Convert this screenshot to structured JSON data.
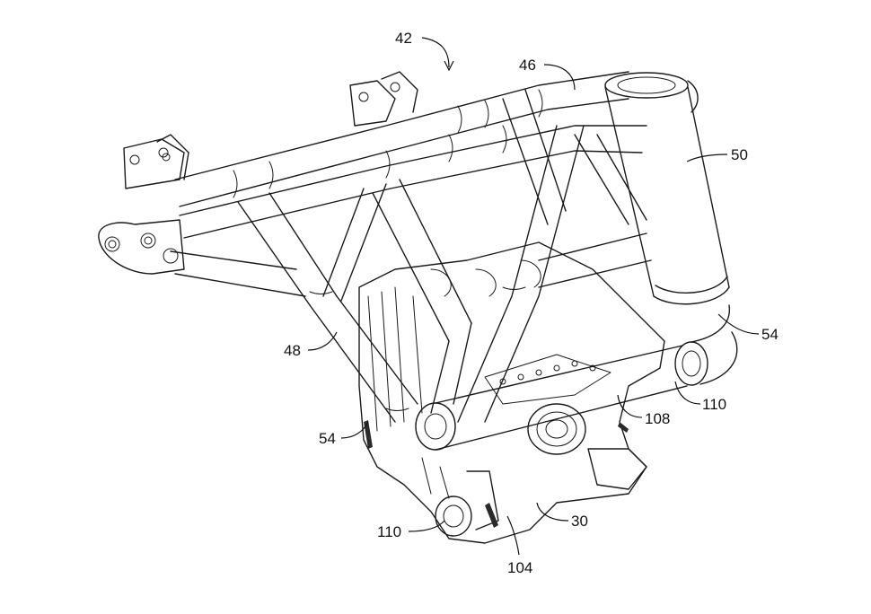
{
  "figure": {
    "refs": {
      "r42": "42",
      "r46": "46",
      "r50": "50",
      "r54a": "54",
      "r48": "48",
      "r110a": "110",
      "r108": "108",
      "r54b": "54",
      "r110b": "110",
      "r30": "30",
      "r104": "104"
    },
    "colors": {
      "line": "#1a1a1a",
      "background": "#ffffff"
    }
  }
}
